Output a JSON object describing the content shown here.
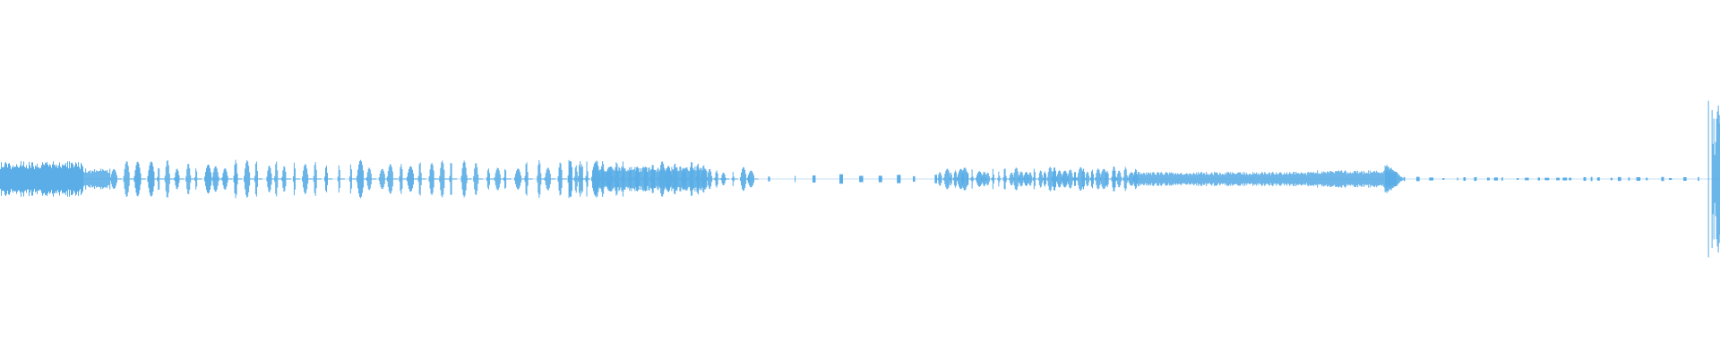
{
  "waveform": {
    "color": "#5aade6",
    "background": "#ffffff",
    "segments": [
      {
        "start": 0.0,
        "end": 0.048,
        "amplitude": 0.1,
        "style": "dense"
      },
      {
        "start": 0.048,
        "end": 0.064,
        "amplitude": 0.06,
        "style": "dense"
      },
      {
        "start": 0.064,
        "end": 0.345,
        "amplitude": 0.09,
        "style": "bursts",
        "gap": 0.006
      },
      {
        "start": 0.345,
        "end": 0.411,
        "amplitude": 0.09,
        "style": "bursts",
        "gap": 0.004
      },
      {
        "start": 0.33,
        "end": 0.345,
        "amplitude": 0.11,
        "style": "bursts",
        "gap": 0.003
      },
      {
        "start": 0.345,
        "end": 0.411,
        "amplitude": 0.07,
        "style": "dense"
      },
      {
        "start": 0.411,
        "end": 0.435,
        "amplitude": 0.06,
        "style": "bursts",
        "gap": 0.005
      },
      {
        "start": 0.435,
        "end": 0.545,
        "amplitude": 0.03,
        "style": "sparse",
        "gap": 0.012
      },
      {
        "start": 0.545,
        "end": 0.66,
        "amplitude": 0.06,
        "style": "bursts",
        "gap": 0.003
      },
      {
        "start": 0.66,
        "end": 0.76,
        "amplitude": 0.04,
        "style": "dense"
      },
      {
        "start": 0.76,
        "end": 0.812,
        "amplitude": 0.05,
        "style": "dense"
      },
      {
        "start": 0.805,
        "end": 0.816,
        "amplitude": 0.1,
        "style": "spike"
      },
      {
        "start": 0.816,
        "end": 0.99,
        "amplitude": 0.012,
        "style": "sparse",
        "gap": 0.006
      },
      {
        "start": 0.992,
        "end": 1.0,
        "amplitude": 0.46,
        "style": "edge"
      }
    ]
  }
}
